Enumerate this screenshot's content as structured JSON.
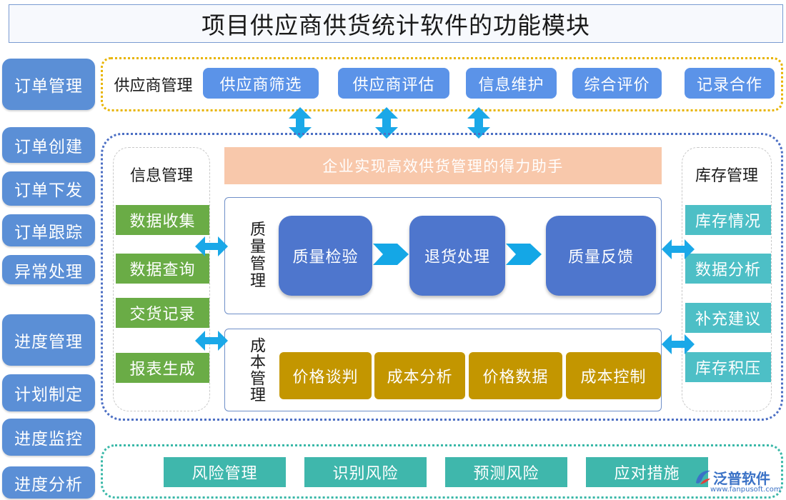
{
  "title": "项目供应商供货统计软件的功能模块",
  "left_nav": [
    "订单管理",
    "订单创建",
    "订单下发",
    "订单跟踪",
    "异常处理",
    "进度管理",
    "计划制定",
    "进度监控",
    "进度分析"
  ],
  "supplier": {
    "label": "供应商管理",
    "buttons": [
      "供应商筛选",
      "供应商评估",
      "信息维护",
      "综合评价",
      "记录合作"
    ]
  },
  "banner": "企业实现高效供货管理的得力助手",
  "info": {
    "title": "信息管理",
    "items": [
      "数据收集",
      "数据查询",
      "交货记录",
      "报表生成"
    ]
  },
  "inventory": {
    "title": "库存管理",
    "items": [
      "库存情况",
      "数据分析",
      "补充建议",
      "库存积压"
    ]
  },
  "quality": {
    "label": "质量管理",
    "steps": [
      "质量检验",
      "退货处理",
      "质量反馈"
    ]
  },
  "cost": {
    "label": "成本管理",
    "items": [
      "价格谈判",
      "成本分析",
      "价格数据",
      "成本控制"
    ]
  },
  "risk": {
    "items": [
      "风险管理",
      "识别风险",
      "预测风险",
      "应对措施"
    ]
  },
  "brand": {
    "name": "泛普软件",
    "url": "www.fanpusoft.com"
  },
  "colors": {
    "nav_blue": "#5b8fd6",
    "supplier_border": "#e8b400",
    "main_border": "#4c6fc4",
    "green": "#6aac46",
    "teal": "#4dbfc6",
    "quality_blue": "#4e76cd",
    "cost_gold": "#c39600",
    "risk_teal": "#3fb7ac",
    "banner_peach": "#f8c8ab",
    "arrow_cyan": "#1aa8e8"
  }
}
